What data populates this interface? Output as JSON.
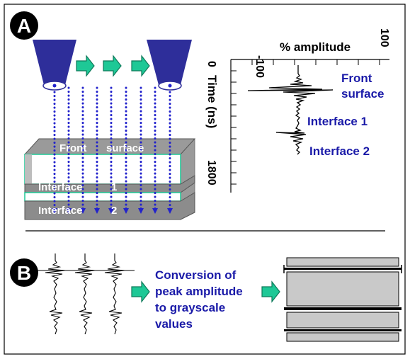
{
  "panel_a": {
    "badge": "A",
    "layer_labels": {
      "front_word1": "Front",
      "front_word2": "surface",
      "interface1_word": "Interface",
      "interface1_num": "1",
      "interface2_word": "Interface",
      "interface2_num": "2"
    },
    "waveform": {
      "amplitude_label": "% amplitude",
      "amp_tick_min": "-100",
      "amp_tick_max": "100",
      "time_label": "Time (ns)",
      "time_tick_start": "0",
      "time_tick_end": "1800",
      "front_surface_line1": "Front",
      "front_surface_line2": "surface",
      "interface1": "Interface 1",
      "interface2": "Interface 2"
    }
  },
  "panel_b": {
    "badge": "B",
    "conversion_lines": [
      "Conversion of",
      "peak amplitude",
      "to grayscale",
      "values"
    ]
  },
  "colors": {
    "label_blue": "#1a1aa8",
    "dot_blue": "#2222cc",
    "transducer": "#2e2e9a",
    "arrow_green": "#1ec896",
    "slab_gray": "#9a9a9a",
    "grayscale_fill": "#c9c9c9"
  }
}
